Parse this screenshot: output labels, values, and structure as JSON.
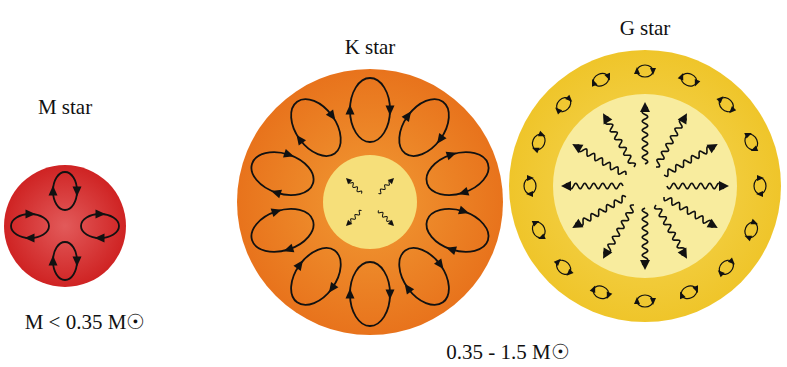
{
  "diagram": {
    "nodes": [
      {
        "text": [
          "M star",
          "M < 0.35 M☉"
        ]
      },
      {
        "text": [
          "K star"
        ]
      },
      {
        "text": [
          "G star"
        ]
      }
    ],
    "labels": [
      "0.35 - 1.5 M☉"
    ]
  }
}
